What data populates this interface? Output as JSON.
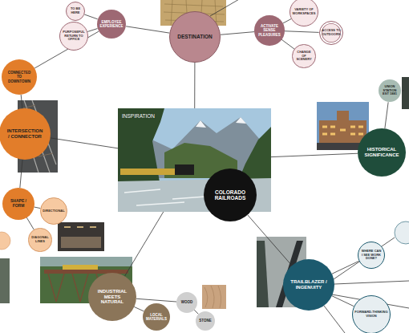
{
  "diagram": {
    "nodes": [
      {
        "text": [
          "DESTINATION"
        ]
      },
      {
        "text": [
          "EMPLOYEE EXPERIENCE"
        ]
      },
      {
        "text": [
          "TO BE HERE"
        ]
      },
      {
        "text": [
          "PURPOSEFUL RETURN TO OFFICE"
        ]
      },
      {
        "text": [
          "ACTIVATE SENSE PLEASURES"
        ]
      },
      {
        "text": [
          "VARIETY OF WORKSPACES"
        ]
      },
      {
        "text": [
          "ACCESS TO OUTDOORS"
        ]
      },
      {
        "text": [
          "CHANGE OF SCENERY"
        ]
      },
      {
        "text": [
          "INSPIRATION"
        ]
      },
      {
        "text": [
          "COLORADO RAILROADS"
        ]
      },
      {
        "text": [
          "INTERSECTION / CONNECTOR"
        ]
      },
      {
        "text": [
          "CONNECTED TO DOWNTOWN"
        ]
      },
      {
        "text": [
          "SHAPE / FORM"
        ]
      },
      {
        "text": [
          "DIRECTIONAL"
        ]
      },
      {
        "text": [
          "DIAGONAL LINES"
        ]
      },
      {
        "text": [
          "HISTORICAL SIGNIFICANCE"
        ]
      },
      {
        "text": [
          "UNION STATION EST 1881"
        ]
      },
      {
        "text": [
          "TRAILBLAZER / INGENUITY"
        ]
      },
      {
        "text": [
          "WHERE CAN I SEE WORK DONE?"
        ]
      },
      {
        "text": [
          "FORWARD-THINKING VISION"
        ]
      },
      {
        "text": [
          "INDUSTRIAL MEETS NATURAL"
        ]
      },
      {
        "text": [
          "WOOD"
        ]
      },
      {
        "text": [
          "LOCAL MATERIALS"
        ]
      },
      {
        "text": [
          "STONE"
        ]
      }
    ],
    "edges": [
      {
        "from": 8,
        "to": 0,
        "arrow": "none"
      },
      {
        "from": 0,
        "to": 1,
        "arrow": "none"
      },
      {
        "from": 1,
        "to": 2,
        "arrow": "none"
      },
      {
        "from": 1,
        "to": 3,
        "arrow": "none"
      },
      {
        "from": 0,
        "to": 4,
        "arrow": "none"
      },
      {
        "from": 4,
        "to": 5,
        "arrow": "none"
      },
      {
        "from": 4,
        "to": 6,
        "arrow": "none"
      },
      {
        "from": 4,
        "to": 7,
        "arrow": "none"
      },
      {
        "from": 8,
        "to": 10,
        "arrow": "none"
      },
      {
        "from": 10,
        "to": 11,
        "arrow": "none"
      },
      {
        "from": 11,
        "to": 1,
        "arrow": "none"
      },
      {
        "from": 10,
        "to": 12,
        "arrow": "none"
      },
      {
        "from": 12,
        "to": 13,
        "arrow": "none"
      },
      {
        "from": 12,
        "to": 14,
        "arrow": "none"
      },
      {
        "from": 8,
        "to": 15,
        "arrow": "none"
      },
      {
        "from": 15,
        "to": 16,
        "arrow": "none"
      },
      {
        "from": 9,
        "to": 17,
        "arrow": "none"
      },
      {
        "from": 17,
        "to": 18,
        "arrow": "none"
      },
      {
        "from": 17,
        "to": 19,
        "arrow": "none"
      },
      {
        "from": 8,
        "to": 20,
        "arrow": "none"
      },
      {
        "from": 20,
        "to": 21,
        "arrow": "none"
      },
      {
        "from": 20,
        "to": 22,
        "arrow": "none"
      },
      {
        "from": 21,
        "to": 23,
        "arrow": "none"
      }
    ]
  }
}
